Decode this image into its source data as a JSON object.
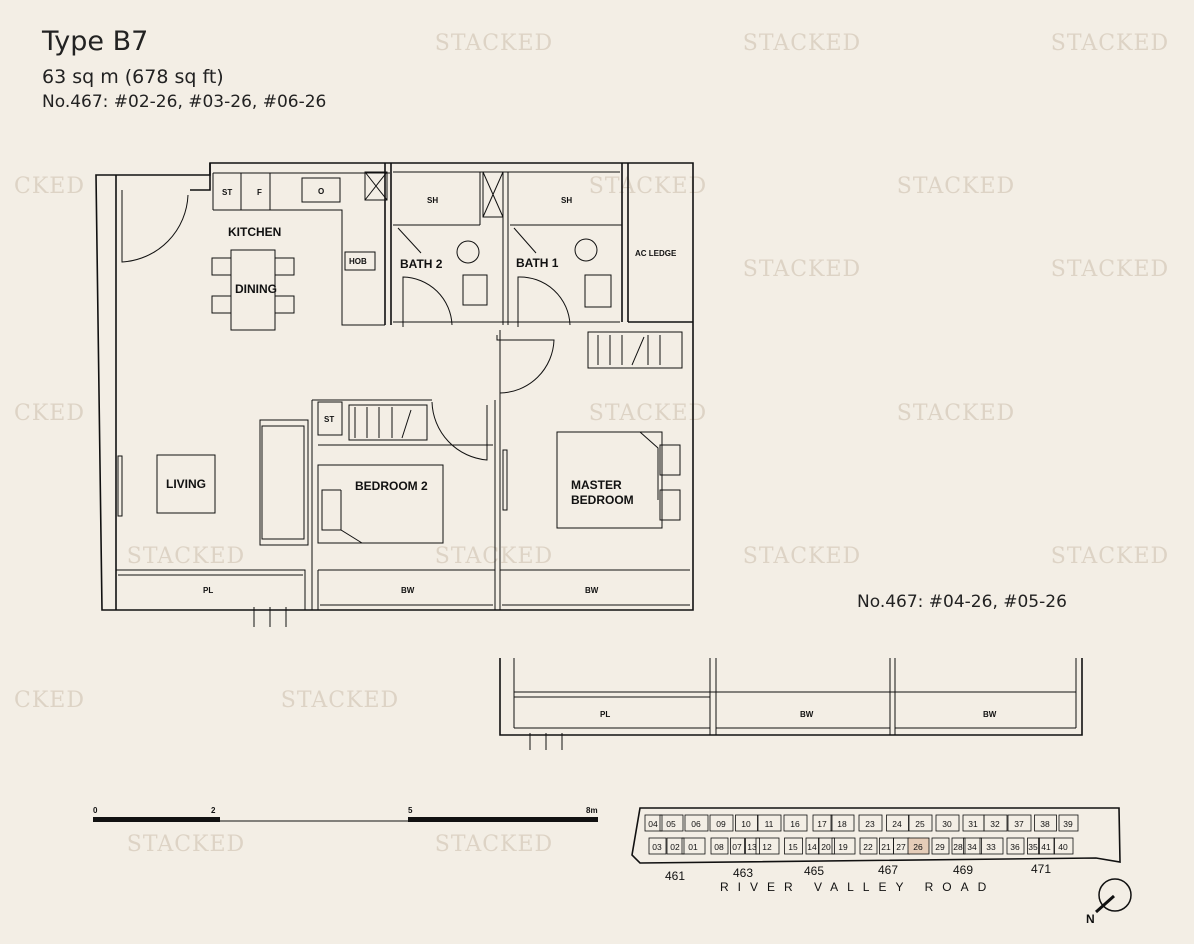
{
  "header": {
    "title": "Type B7",
    "area": "63 sq m (678 sq ft)",
    "units": "No.467: #02-26, #03-26, #06-26"
  },
  "watermark": "STACKED",
  "watermark_partial": "CKED",
  "plan": {
    "rooms": {
      "kitchen": "KITCHEN",
      "dining": "DINING",
      "living": "LIVING",
      "bath2": "BATH 2",
      "bath1": "BATH 1",
      "bedroom2": "BEDROOM 2",
      "master_line1": "MASTER",
      "master_line2": "BEDROOM",
      "ac_ledge": "AC LEDGE"
    },
    "fixtures": {
      "st": "ST",
      "f": "F",
      "o": "O",
      "hob": "HOB",
      "sh": "SH",
      "pl": "PL",
      "bw": "BW"
    }
  },
  "alt_plan": {
    "units": "No.467: #04-26, #05-26",
    "pl": "PL",
    "bw": "BW"
  },
  "scale_bar": {
    "ticks": [
      "0",
      "2",
      "5",
      "8m"
    ]
  },
  "key_plan": {
    "top_row": [
      "04",
      "05",
      "06",
      "09",
      "10",
      "11",
      "16",
      "17",
      "18",
      "23",
      "24",
      "25",
      "30",
      "31",
      "32",
      "37",
      "38",
      "39"
    ],
    "bottom_row": [
      "03",
      "02",
      "01",
      "08",
      "07",
      "13",
      "12",
      "15",
      "14",
      "20",
      "19",
      "22",
      "21",
      "27",
      "26",
      "29",
      "28",
      "34",
      "33",
      "36",
      "35",
      "41",
      "40"
    ],
    "highlighted_unit": "26",
    "highlight_color": "#e6cdb8",
    "blocks": [
      "461",
      "463",
      "465",
      "467",
      "469",
      "471"
    ],
    "road": "RIVER VALLEY ROAD",
    "north": "N"
  }
}
